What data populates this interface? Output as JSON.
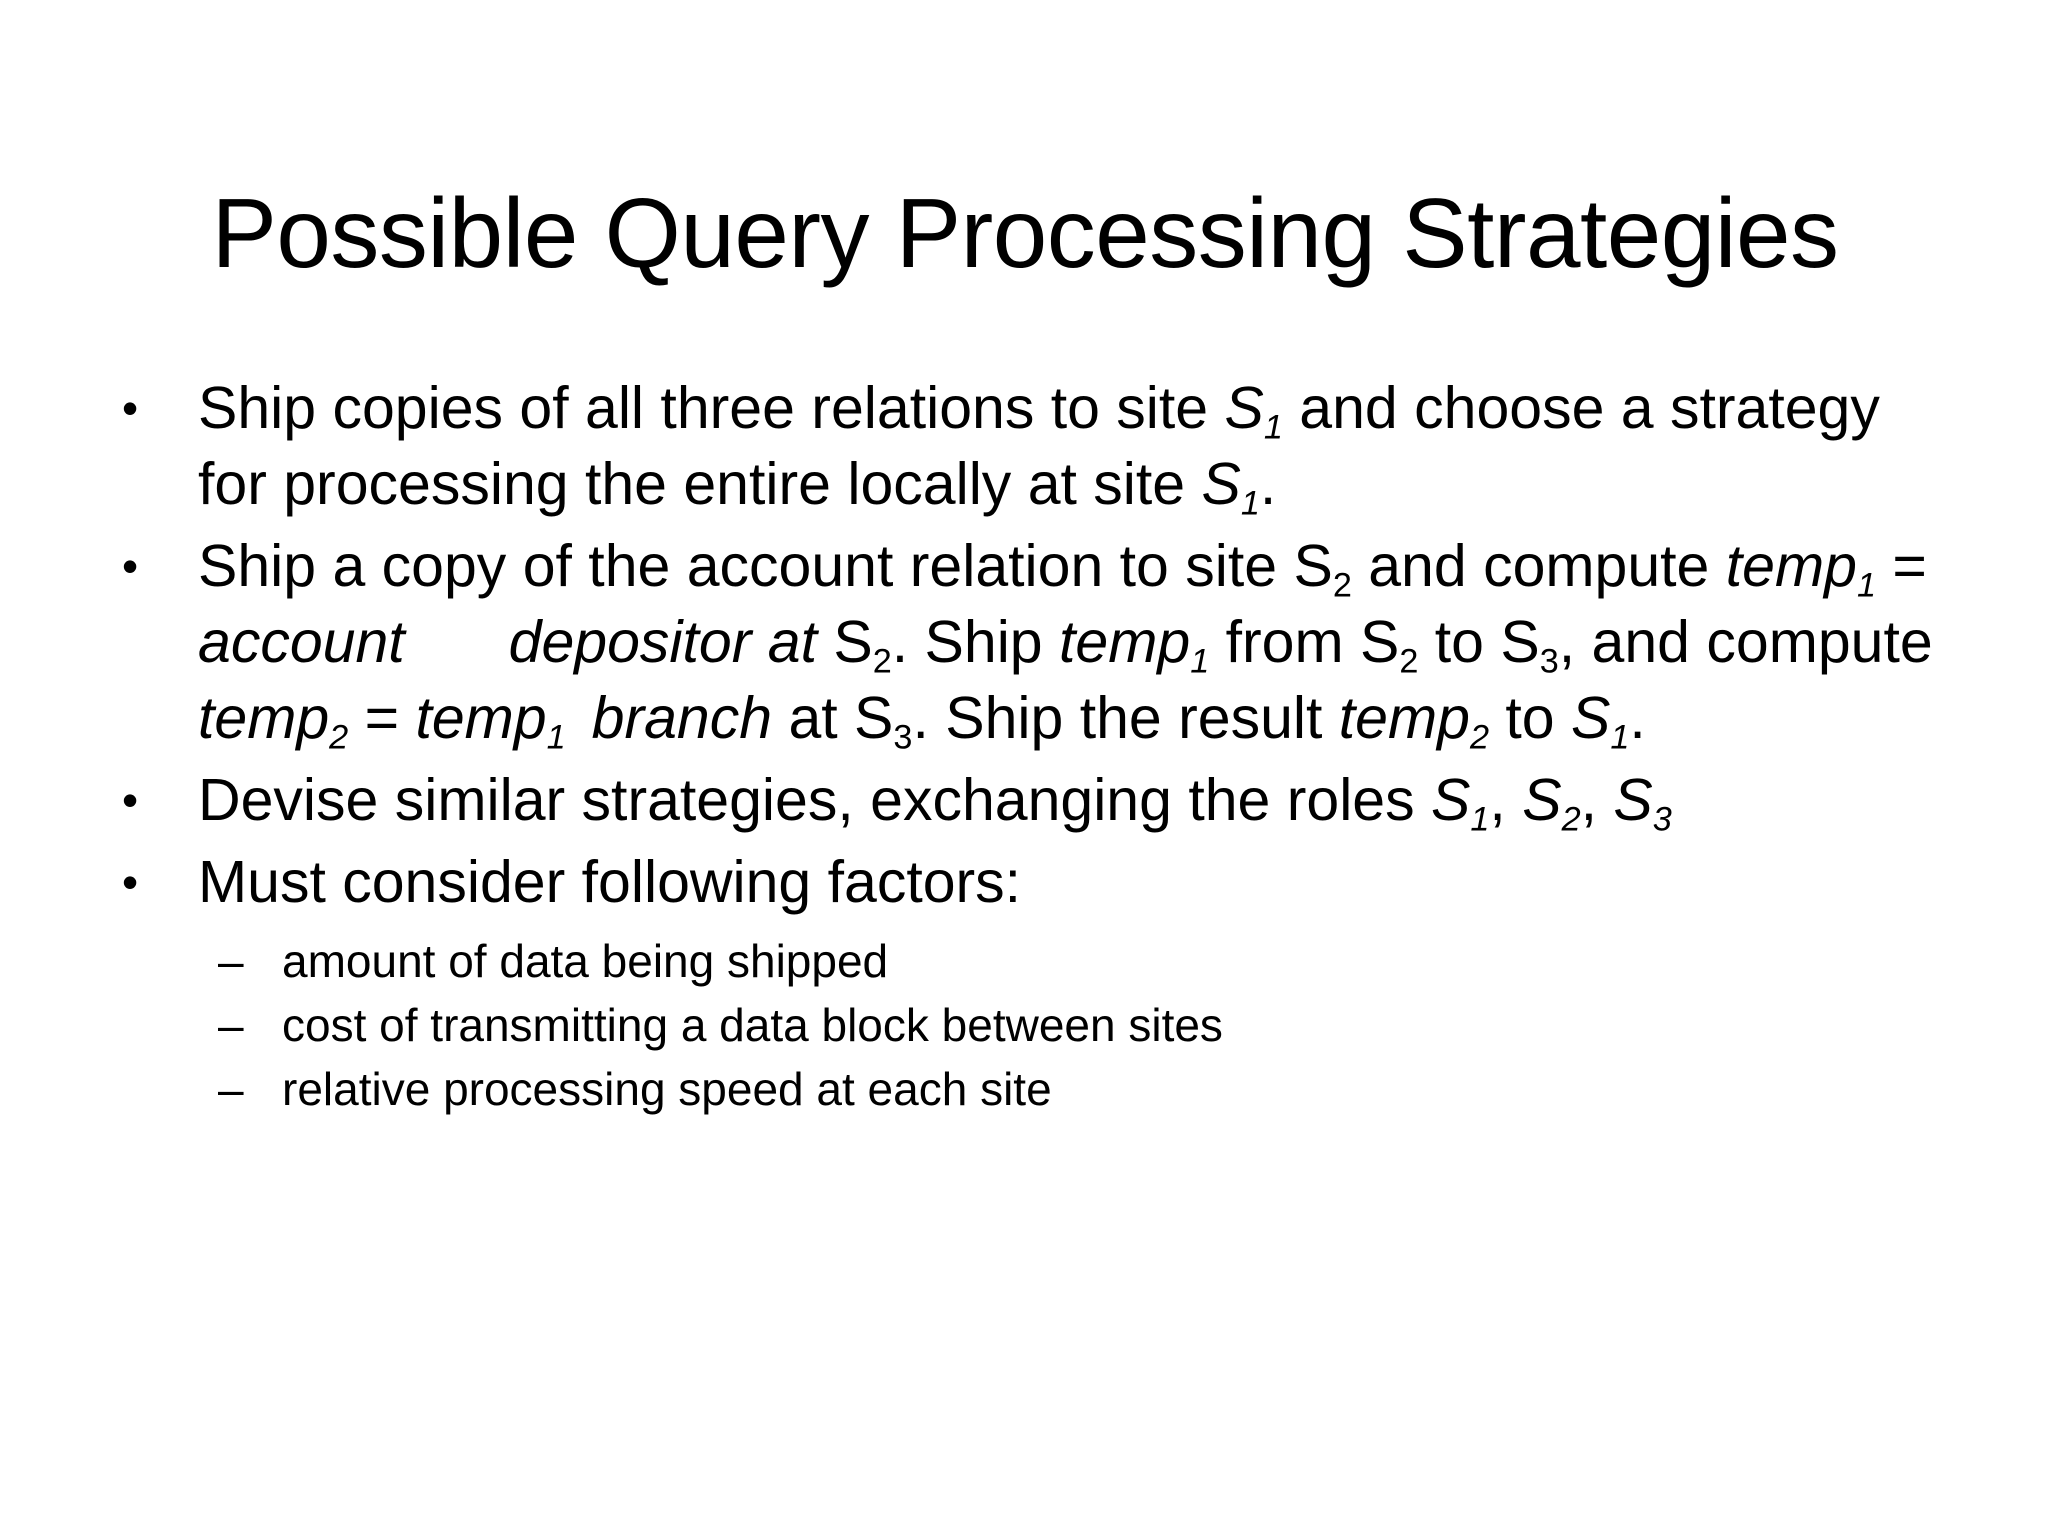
{
  "slide": {
    "title": "Possible Query Processing Strategies",
    "background_color": "#ffffff",
    "text_color": "#000000",
    "bullet_marker_level1": "•",
    "bullet_marker_level2": "–",
    "bullets": [
      {
        "level": 1,
        "plain_text": "Ship copies of all three relations to site S1 and choose a strategy for processing the entire locally at site S1.",
        "segments": [
          {
            "text": "Ship copies of all three relations to site ",
            "style": "normal"
          },
          {
            "text": "S",
            "style": "italic"
          },
          {
            "text": "1",
            "style": "italic-subscript"
          },
          {
            "text": " and choose a strategy for processing the entire locally at site ",
            "style": "normal"
          },
          {
            "text": "S",
            "style": "italic"
          },
          {
            "text": "1",
            "style": "italic-subscript"
          },
          {
            "text": ".",
            "style": "normal"
          }
        ]
      },
      {
        "level": 1,
        "plain_text": "Ship a copy of the account relation to site S2 and compute temp1 = account depositor at S2. Ship temp1 from S2 to S3, and compute temp2 = temp1 branch at S3. Ship the result temp2 to S1.",
        "segments": [
          {
            "text": "Ship a copy of the account relation to site ",
            "style": "normal"
          },
          {
            "text": "S",
            "style": "normal"
          },
          {
            "text": "2",
            "style": "subscript"
          },
          {
            "text": " and compute ",
            "style": "normal"
          },
          {
            "text": "temp",
            "style": "italic"
          },
          {
            "text": "1",
            "style": "italic-subscript"
          },
          {
            "text": " = ",
            "style": "normal"
          },
          {
            "text": "account",
            "style": "italic"
          },
          {
            "text": "[join-symbol-missing]",
            "style": "gap"
          },
          {
            "text": "depositor at",
            "style": "italic"
          },
          {
            "text": " S",
            "style": "normal"
          },
          {
            "text": "2",
            "style": "subscript"
          },
          {
            "text": ". Ship ",
            "style": "normal"
          },
          {
            "text": "temp",
            "style": "italic"
          },
          {
            "text": "1",
            "style": "italic-subscript"
          },
          {
            "text": " from S",
            "style": "normal"
          },
          {
            "text": "2",
            "style": "subscript"
          },
          {
            "text": " to S",
            "style": "normal"
          },
          {
            "text": "3",
            "style": "subscript"
          },
          {
            "text": ", and compute ",
            "style": "normal"
          },
          {
            "text": "temp",
            "style": "italic"
          },
          {
            "text": "2",
            "style": "italic-subscript"
          },
          {
            "text": " = ",
            "style": "normal"
          },
          {
            "text": "temp",
            "style": "italic"
          },
          {
            "text": "1",
            "style": "italic-subscript"
          },
          {
            "text": "[join-symbol-missing]",
            "style": "gap-small"
          },
          {
            "text": "branch",
            "style": "italic"
          },
          {
            "text": " at S",
            "style": "normal"
          },
          {
            "text": "3",
            "style": "subscript"
          },
          {
            "text": ". Ship the result ",
            "style": "normal"
          },
          {
            "text": "temp",
            "style": "italic"
          },
          {
            "text": "2",
            "style": "italic-subscript"
          },
          {
            "text": " to ",
            "style": "normal"
          },
          {
            "text": "S",
            "style": "italic"
          },
          {
            "text": "1",
            "style": "italic-subscript"
          },
          {
            "text": ".",
            "style": "normal"
          }
        ]
      },
      {
        "level": 1,
        "plain_text": "Devise similar strategies, exchanging the roles S1, S2, S3",
        "segments": [
          {
            "text": "Devise similar strategies, exchanging the roles ",
            "style": "normal"
          },
          {
            "text": "S",
            "style": "italic"
          },
          {
            "text": "1",
            "style": "italic-subscript"
          },
          {
            "text": ", ",
            "style": "normal"
          },
          {
            "text": "S",
            "style": "italic"
          },
          {
            "text": "2",
            "style": "italic-subscript"
          },
          {
            "text": ", ",
            "style": "normal"
          },
          {
            "text": "S",
            "style": "italic"
          },
          {
            "text": "3",
            "style": "italic-subscript"
          }
        ]
      },
      {
        "level": 1,
        "plain_text": "Must consider following factors:",
        "segments": [
          {
            "text": "Must consider following factors:",
            "style": "normal"
          }
        ]
      }
    ],
    "sub_bullets": [
      {
        "level": 2,
        "plain_text": "amount of data being shipped"
      },
      {
        "level": 2,
        "plain_text": "cost of transmitting a data block between sites"
      },
      {
        "level": 2,
        "plain_text": "relative processing speed at each site"
      }
    ],
    "inline": {
      "b1_a": "Ship copies of all three relations to site ",
      "b1_S1a": "S",
      "b1_sub1a": "1",
      "b1_b": " and choose a strategy for processing the entire locally at site ",
      "b1_S1b": "S",
      "b1_sub1b": "1",
      "b1_period": ".",
      "b2_a": "Ship a copy of the account relation to site ",
      "b2_S2a": "S",
      "b2_sub2a": "2",
      "b2_b": " and compute ",
      "b2_temp1a": "temp",
      "b2_sub1a": "1",
      "b2_eq1": " = ",
      "b2_account": "account",
      "b2_depositor_at": "depositor at",
      "b2_S2b": " S",
      "b2_sub2b": "2",
      "b2_c": ". Ship ",
      "b2_temp1b": "temp",
      "b2_sub1b": "1",
      "b2_d": " from S",
      "b2_sub2c": "2",
      "b2_e": " to S",
      "b2_sub3a": "3",
      "b2_f": ", and compute ",
      "b2_temp2a": "temp",
      "b2_sub2d": "2",
      "b2_eq2": " = ",
      "b2_temp1c": "temp",
      "b2_sub1c": "1",
      "b2_branch": "branch",
      "b2_g": " at S",
      "b2_sub3b": "3",
      "b2_h": ". Ship the result ",
      "b2_temp2b": "temp",
      "b2_sub2e": "2",
      "b2_i": " to ",
      "b2_S1": "S",
      "b2_sub1d": "1",
      "b2_period": ".",
      "b3_a": "Devise similar strategies, exchanging the roles ",
      "b3_S1": "S",
      "b3_sub1": "1",
      "b3_c1": ", ",
      "b3_S2": "S",
      "b3_sub2": "2",
      "b3_c2": ", ",
      "b3_S3": "S",
      "b3_sub3": "3",
      "b4_a": "Must consider following factors:"
    }
  }
}
